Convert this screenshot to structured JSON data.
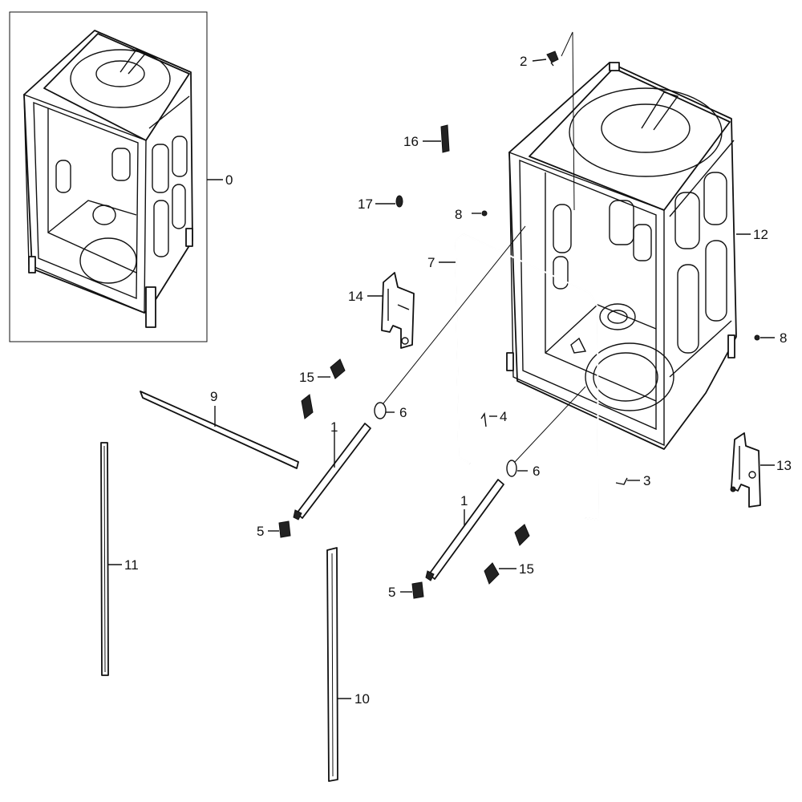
{
  "labels": {
    "l0": "0",
    "l1a": "1",
    "l1b": "1",
    "l2": "2",
    "l3": "3",
    "l4": "4",
    "l5a": "5",
    "l5b": "5",
    "l6a": "6",
    "l6b": "6",
    "l7": "7",
    "l8a": "8",
    "l8b": "8",
    "l9": "9",
    "l10": "10",
    "l11": "11",
    "l12": "12",
    "l13": "13",
    "l14": "14",
    "l15a": "15",
    "l15b": "15",
    "l16": "16",
    "l17": "17"
  }
}
